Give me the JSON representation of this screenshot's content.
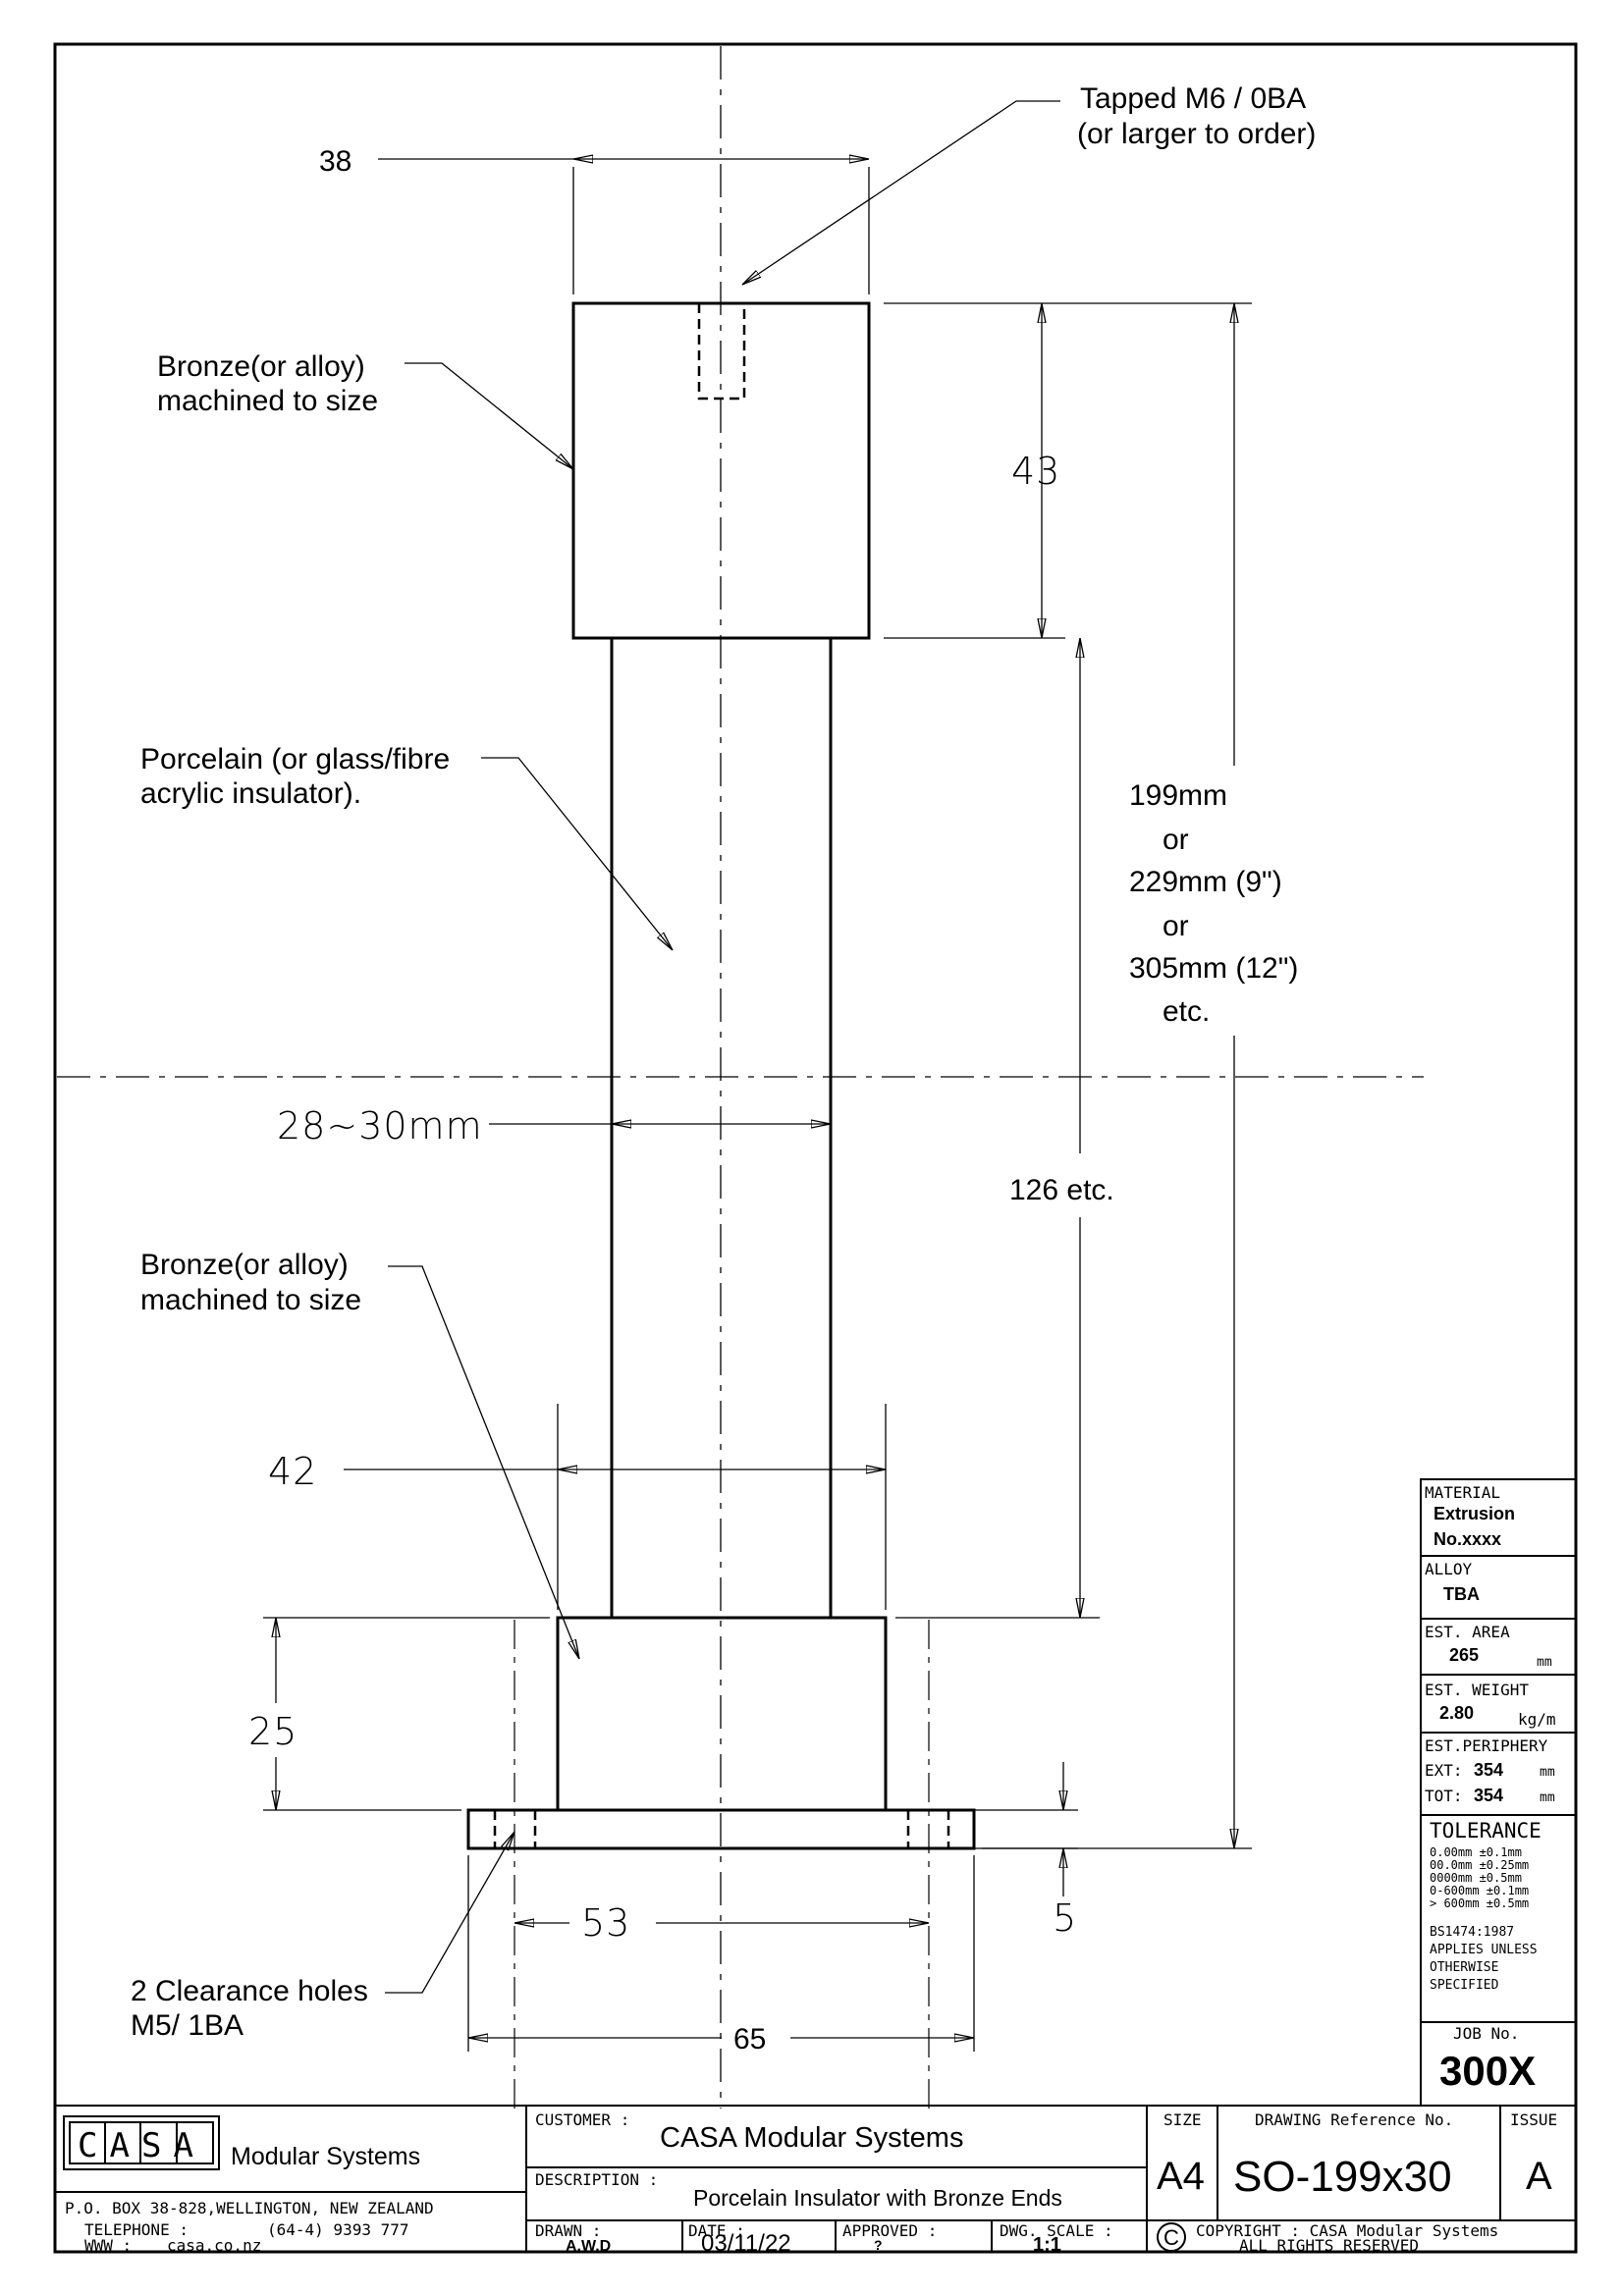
{
  "callouts": {
    "tapped_l1": "Tapped M6 / 0BA",
    "tapped_l2": "(or larger to order)",
    "bronze_top_l1": "Bronze(or alloy)",
    "bronze_top_l2": "machined to size",
    "porcelain_l1": "Porcelain (or glass/fibre",
    "porcelain_l2": "acrylic insulator).",
    "bronze_bot_l1": "Bronze(or alloy)",
    "bronze_bot_l2": "machined to size",
    "holes_l1": "2 Clearance holes",
    "holes_l2": "M5/ 1BA"
  },
  "dimensions": {
    "d38": "38",
    "d43": "43",
    "d199_l1": "199mm",
    "d199_l2": "or",
    "d199_l3": "229mm (9\")",
    "d199_l4": "or",
    "d199_l5": "305mm (12\")",
    "d199_l6": "etc.",
    "d2830": "28~30mm",
    "d126": "126 etc.",
    "d42": "42",
    "d25": "25",
    "d53": "53",
    "d5": "5",
    "d65": "65"
  },
  "side_table": {
    "material_label": "MATERIAL",
    "material_v1": "Extrusion",
    "material_v2": "No.xxxx",
    "alloy_label": "ALLOY",
    "alloy_value": "TBA",
    "area_label": "EST. AREA",
    "area_value": "265",
    "area_unit": "mm",
    "weight_label": "EST. WEIGHT",
    "weight_value": "2.80",
    "weight_unit": "kg/m",
    "periphery_label": "EST.PERIPHERY",
    "ext_label": "EXT:",
    "ext_value": "354",
    "ext_unit": "mm",
    "tot_label": "TOT:",
    "tot_value": "354",
    "tot_unit": "mm",
    "tolerance_label": "TOLERANCE",
    "tol_1": "0.00mm ±0.1mm",
    "tol_2": "00.0mm ±0.25mm",
    "tol_3": "0000mm ±0.5mm",
    "tol_4": "0-600mm ±0.1mm",
    "tol_5": "> 600mm ±0.5mm",
    "std_1": "BS1474:1987",
    "std_2": "APPLIES UNLESS",
    "std_3": "OTHERWISE",
    "std_4": "SPECIFIED",
    "job_label": "JOB No.",
    "job_value": "300X"
  },
  "title_block": {
    "logo_letters": "CASA",
    "company": "Modular Systems",
    "address": "P.O. BOX 38-828,WELLINGTON, NEW ZEALAND",
    "phone_label": "TELEPHONE   :",
    "phone_value": "(64-4) 9393 777",
    "www_label": "WWW  :",
    "www_value": "casa.co.nz",
    "customer_label": "CUSTOMER :",
    "customer_value": "CASA Modular Systems",
    "description_label": "DESCRIPTION :",
    "description_value": "Porcelain Insulator with Bronze Ends",
    "drawn_label": "DRAWN :",
    "drawn_value": "A.W.D",
    "date_label": "DATE :",
    "date_value": "03/11/22",
    "approved_label": "APPROVED :",
    "approved_value": "?",
    "scale_label": "DWG. SCALE :",
    "scale_value": "1:1",
    "size_label": "SIZE",
    "size_value": "A4",
    "ref_label": "DRAWING Reference No.",
    "ref_value": "SO-199x30",
    "issue_label": "ISSUE",
    "issue_value": "A",
    "copyright_symbol": "C",
    "copyright_l1": "COPYRIGHT : CASA Modular Systems",
    "copyright_l2": "ALL RIGHTS RESERVED"
  }
}
